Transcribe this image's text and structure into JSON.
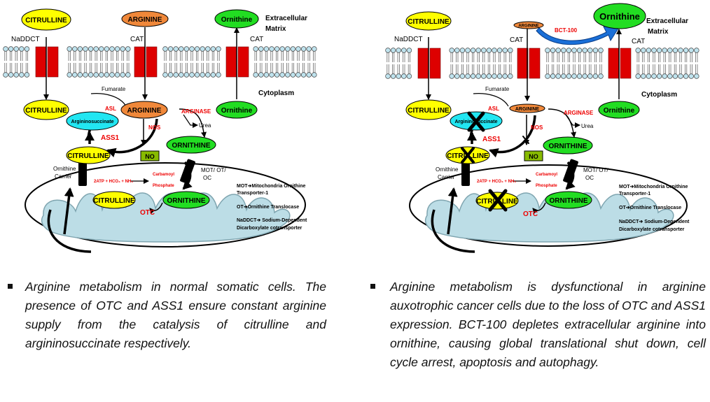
{
  "labels": {
    "citrulline": "CITRULLINE",
    "arginine": "ARGININE",
    "arginine_small": "ARGININE",
    "ornithine_lower": "Ornithine",
    "ornithine_upper": "ORNITHINE",
    "no": "NO",
    "argininosuccinate": "Argininosuccinate",
    "fumarate": "Fumarate",
    "asl": "ASL",
    "ass1": "ASS1",
    "nos": "NOS",
    "arginase": "ARGINASE",
    "urea": "Urea",
    "otc": "OTC",
    "carbamoyl_1": "Carbamoyl",
    "carbamoyl_2": "Phosphate",
    "reaction": "2ATP + HCO₃ + NH₃",
    "naddct": "NaDDCT",
    "cat": "CAT",
    "extracellular_1": "Extracellular",
    "extracellular_2": "Matrix",
    "cytoplasm": "Cytoplasm",
    "ornithine_carrier_1": "Ornithine",
    "ornithine_carrier_2": "Carrier",
    "mot_1": "MOT/ OT/",
    "mot_2": "OC",
    "legend_mot_1": "MOT➔Mitochondria Ornithine",
    "legend_mot_2": "Transporter-1",
    "legend_ot": "OT➔Ornithine Translocase",
    "legend_naddct_1": "NaDDCT➔ Sodium-Dependent",
    "legend_naddct_2": "Dicarboxylate cotransporter",
    "bct100": "BCT-100"
  },
  "captions": {
    "left": "Arginine metabolism in normal somatic cells. The presence of OTC and ASS1 ensure constant arginine supply from the catalysis of citrulline and argininosuccinate respectively.",
    "right": "Arginine metabolism is dysfunctional in arginine auxotrophic cancer cells due to the loss of OTC and ASS1 expression. BCT-100 depletes extracellular arginine into ornithine, causing global translational shut down, cell cycle arrest, apoptosis and autophagy."
  },
  "colors": {
    "citrulline": "#ffff00",
    "arginine": "#f0883a",
    "ornithine": "#22dd22",
    "argininosuccinate": "#22e6f2",
    "no": "#88bb00",
    "channel": "#dd0000",
    "lipid_head": "#bfe3ee",
    "mito": "#bcdde6",
    "red_text": "#ee0000",
    "bct_arrow": "#1a6fd8"
  }
}
